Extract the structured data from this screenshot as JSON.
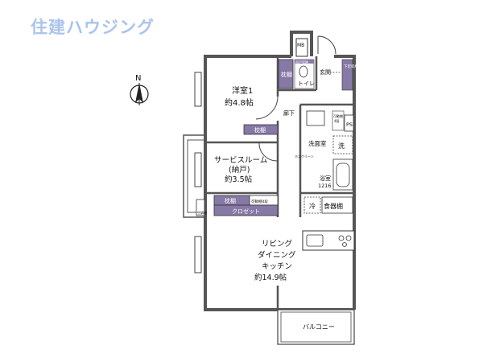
{
  "logo": "住建ハウジング",
  "compass": "N",
  "rooms": {
    "western": {
      "name": "洋室1",
      "area": "約4.8帖"
    },
    "service": {
      "name": "サービスルーム",
      "sub": "(納戸)",
      "area": "約3.5帖"
    },
    "ldk": {
      "l1": "リビング",
      "l2": "ダイニング",
      "l3": "キッチン",
      "area": "約14.9帖"
    },
    "corridor": "廊下",
    "entrance": "玄関",
    "toilet": "トイレ",
    "washroom": "洗面室",
    "bath": {
      "name": "浴室",
      "size": "1216"
    },
    "balcony": "バルコニー"
  },
  "storage": {
    "shelf": "枕棚",
    "closet": "クロゼット",
    "movable_shelf": "可動棚4段",
    "shoe_storage": "下足収納",
    "upper_storage": "吊戸収納",
    "movable_small": "可動棚",
    "movable_small2": "4段"
  },
  "fixtures": {
    "mb": "MB",
    "ps": "PS",
    "laundry": "洗",
    "fridge": "冷",
    "dish_cabinet": "食器棚",
    "aircon": "空調機",
    "shower": "ホスクリーン"
  },
  "colors": {
    "wall": "#555555",
    "storage": "#8779a6",
    "logo": "#aac4ec"
  }
}
